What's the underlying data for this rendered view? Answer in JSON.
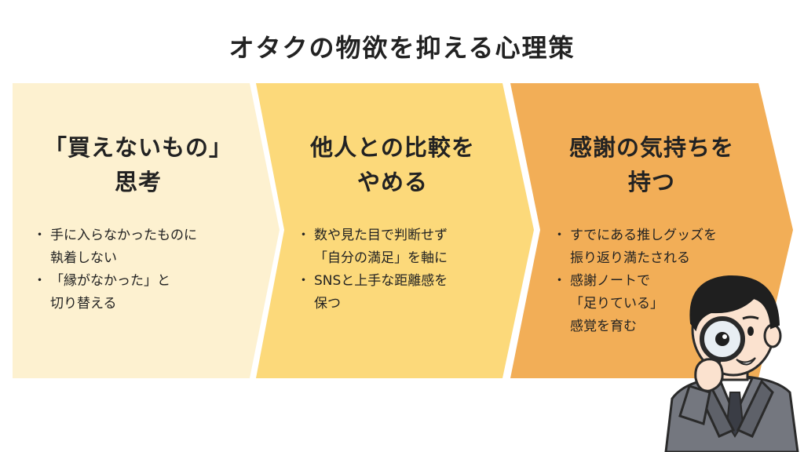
{
  "title": "オタクの物欲を抑える心理策",
  "colors": {
    "step1": "#fdf1d0",
    "step2": "#fcd97a",
    "step3": "#f2ae57"
  },
  "steps": [
    {
      "title_lines": [
        "「買えないもの」",
        "思考"
      ],
      "bullets": [
        {
          "lines": [
            "手に入らなかったものに",
            "執着しない"
          ]
        },
        {
          "lines": [
            "「縁がなかった」と",
            "切り替える"
          ]
        }
      ]
    },
    {
      "title_lines": [
        "他人との比較を",
        "やめる"
      ],
      "bullets": [
        {
          "lines": [
            "数や見た目で判断せず",
            "「自分の満足」を軸に"
          ]
        },
        {
          "lines": [
            "SNSと上手な距離感を",
            "保つ"
          ]
        }
      ]
    },
    {
      "title_lines": [
        "感謝の気持ちを",
        "持つ"
      ],
      "bullets": [
        {
          "lines": [
            "すでにある推しグッズを",
            "振り返り満たされる"
          ]
        },
        {
          "lines": [
            "感謝ノートで",
            "「足りている」",
            "感覚を育む"
          ]
        }
      ]
    }
  ],
  "bullet_marker": "・",
  "illustration": "man-with-magnifying-glass"
}
